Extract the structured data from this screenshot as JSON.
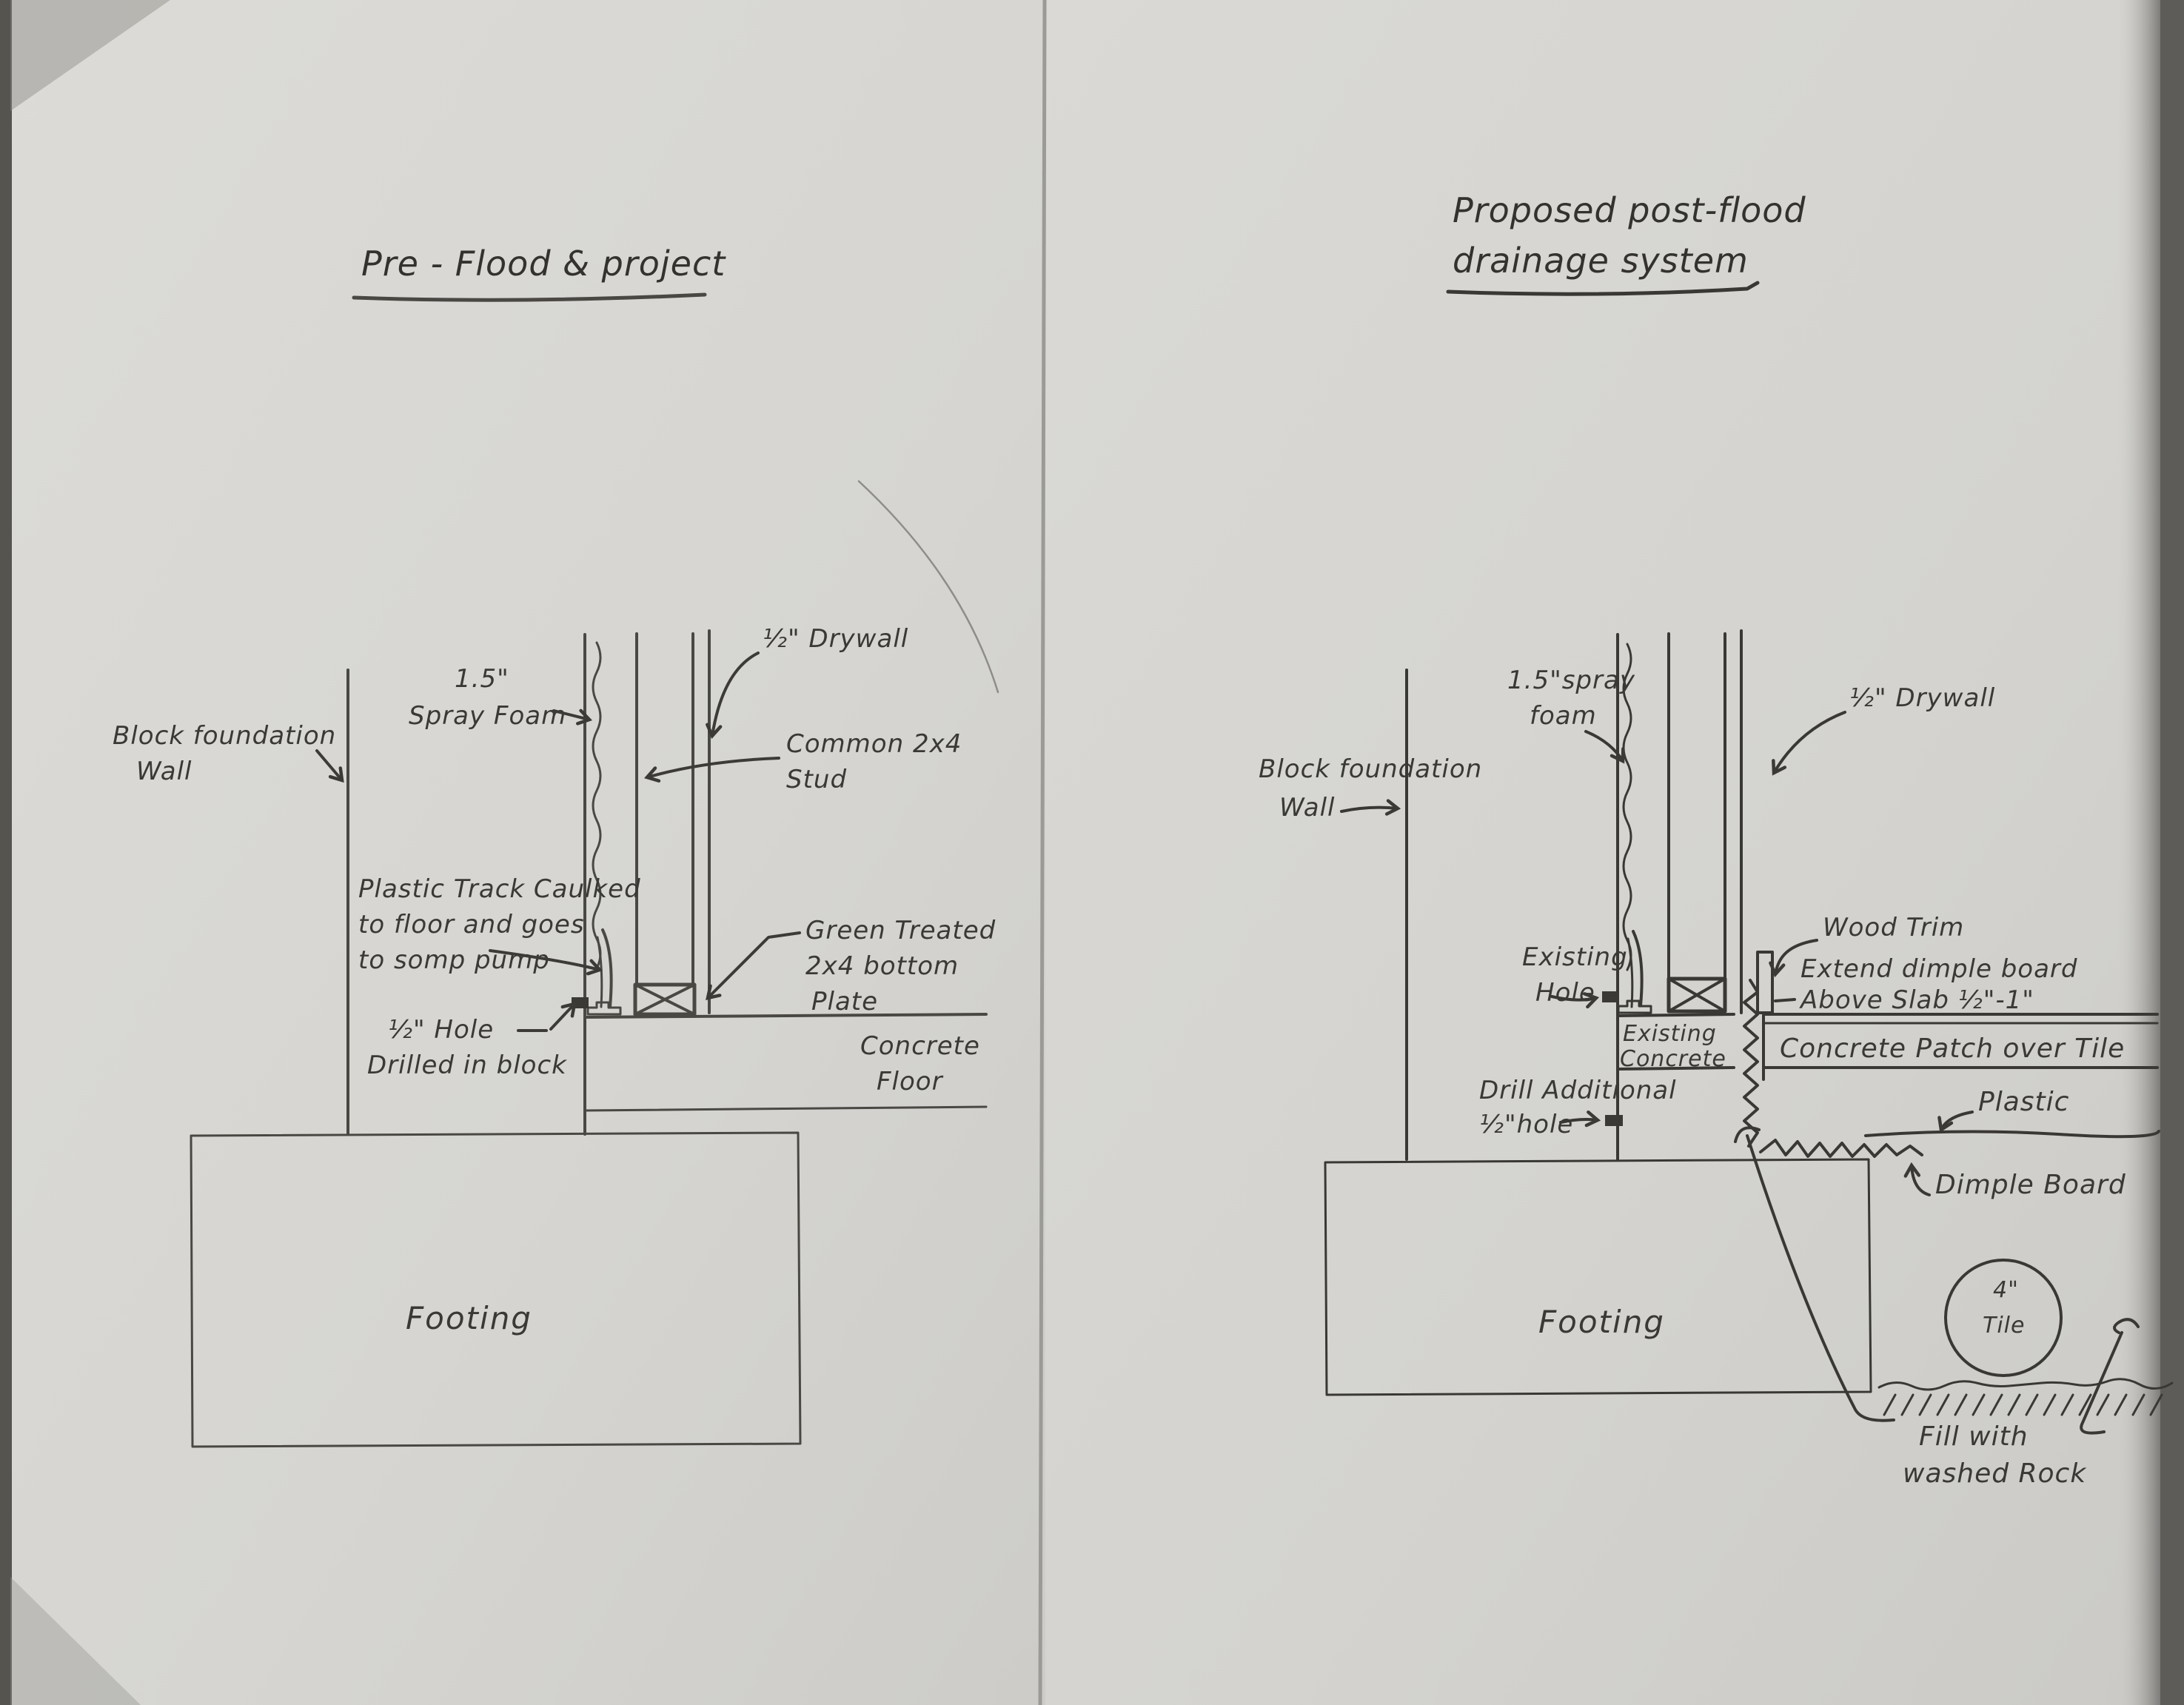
{
  "colors": {
    "paper_left": "#d9d8d4",
    "paper_right": "#d7d6d2",
    "pencil": "#4a4843",
    "ink": "#3a3834",
    "shadow": "#6f6e6b"
  },
  "left": {
    "title": "Pre - Flood & project",
    "wall_label_1": "Block foundation",
    "wall_label_2": "Wall",
    "foam_label_1": "1.5\"",
    "foam_label_2": "Spray Foam",
    "drywall_label": "½\" Drywall",
    "stud_label_1": "Common 2x4",
    "stud_label_2": "Stud",
    "track_label_1": "Plastic Track Caulked",
    "track_label_2": "to floor and goes",
    "track_label_3": "to somp pump",
    "hole_label_1": "½\" Hole",
    "hole_label_2": "Drilled in block",
    "plate_label_1": "Green Treated",
    "plate_label_2": "2x4 bottom",
    "plate_label_3": "Plate",
    "floor_label_1": "Concrete",
    "floor_label_2": "Floor",
    "footing_label": "Footing"
  },
  "right": {
    "title_1": "Proposed post-flood",
    "title_2": "drainage system",
    "wall_label_1": "Block foundation",
    "wall_label_2": "Wall",
    "foam_label_1": "1.5\"spray",
    "foam_label_2": "foam",
    "drywall_label": "½\" Drywall",
    "existing_hole_1": "Existing",
    "existing_hole_2": "Hole",
    "wood_trim_label": "Wood Trim",
    "extend_label_1": "Extend dimple board",
    "extend_label_2": "Above Slab ½\"-1\"",
    "existing_concrete_1": "Existing",
    "existing_concrete_2": "Concrete",
    "patch_label": "Concrete Patch over Tile",
    "drill_label_1": "Drill Additional",
    "drill_label_2": "½\"hole",
    "plastic_label": "Plastic",
    "dimple_board_label": "Dimple Board",
    "tile_label_1": "4\"",
    "tile_label_2": "Tile",
    "fill_label_1": "Fill with",
    "fill_label_2": "washed Rock",
    "footing_label": "Footing"
  }
}
